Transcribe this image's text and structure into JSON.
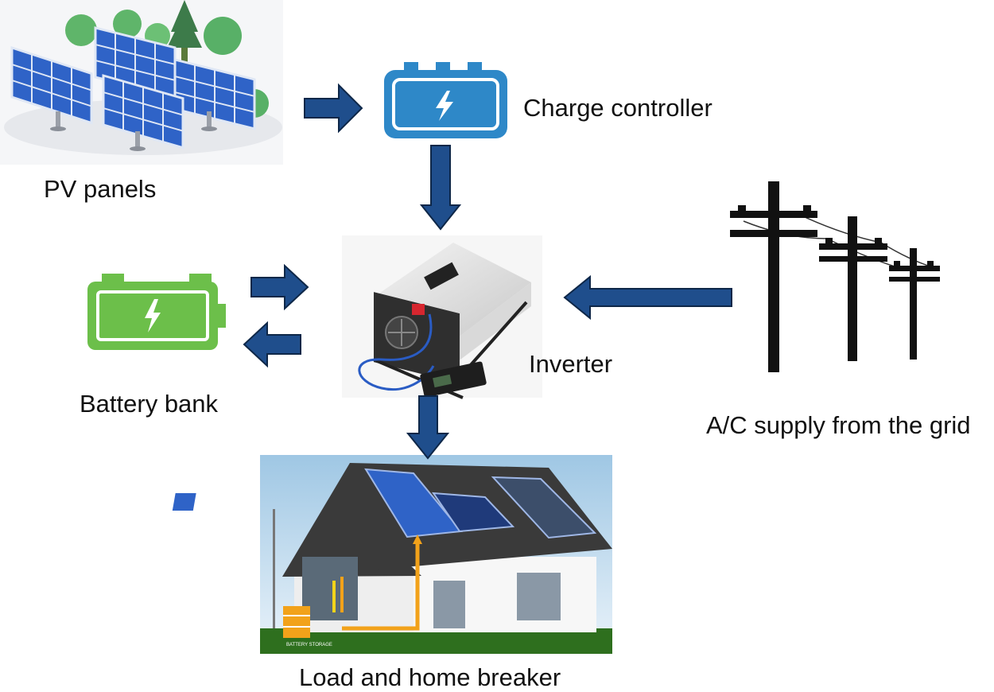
{
  "labels": {
    "pv_panels": "PV panels",
    "charge_controller": "Charge controller",
    "inverter": "Inverter",
    "battery_bank": "Battery bank",
    "grid": "A/C supply from the grid",
    "load": "Load and home breaker"
  },
  "house_image_text": "BATTERY STORAGE",
  "colors": {
    "arrow_fill": "#1f4e8c",
    "arrow_outline": "#0e2748",
    "charge_controller_blue": "#2e88c8",
    "battery_green": "#6cbf4a",
    "solar_panel_blue": "#2f63c7",
    "pole_black": "#111111",
    "grass_green": "#2e6f1e",
    "roof_dark": "#3a3a3a",
    "energy_orange": "#f2a21a"
  },
  "icons": [
    "solar-panels-icon",
    "charge-controller-icon",
    "inverter-icon",
    "battery-icon",
    "power-poles-icon",
    "house-icon"
  ]
}
